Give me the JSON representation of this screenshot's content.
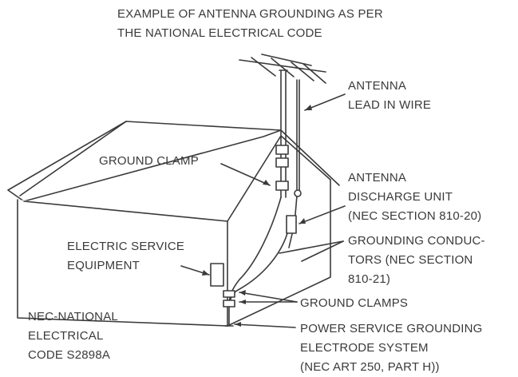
{
  "title": {
    "line1": "EXAMPLE OF ANTENNA GROUNDING AS PER",
    "line2": "THE NATIONAL ELECTRICAL CODE"
  },
  "labels": {
    "antenna_lead_in_wire": [
      "ANTENNA",
      "LEAD IN WIRE"
    ],
    "ground_clamp": [
      "GROUND CLAMP"
    ],
    "antenna_discharge_unit": [
      "ANTENNA",
      "DISCHARGE UNIT",
      "(NEC SECTION 810-20)"
    ],
    "electric_service_equipment": [
      "ELECTRIC SERVICE",
      "EQUIPMENT"
    ],
    "grounding_conductors": [
      "GROUNDING CONDUC-",
      "TORS (NEC SECTION",
      "810-21)"
    ],
    "nec_national_electrical_code": [
      "NEC-NATIONAL",
      "ELECTRICAL",
      "CODE S2898A"
    ],
    "ground_clamps": [
      "GROUND CLAMPS"
    ],
    "power_service_grounding": [
      "POWER SERVICE GROUNDING",
      "ELECTRODE SYSTEM",
      "(NEC ART 250, PART H))"
    ]
  },
  "colors": {
    "line": "#3a3a3a",
    "text": "#3a3a3a",
    "background": "#ffffff"
  }
}
